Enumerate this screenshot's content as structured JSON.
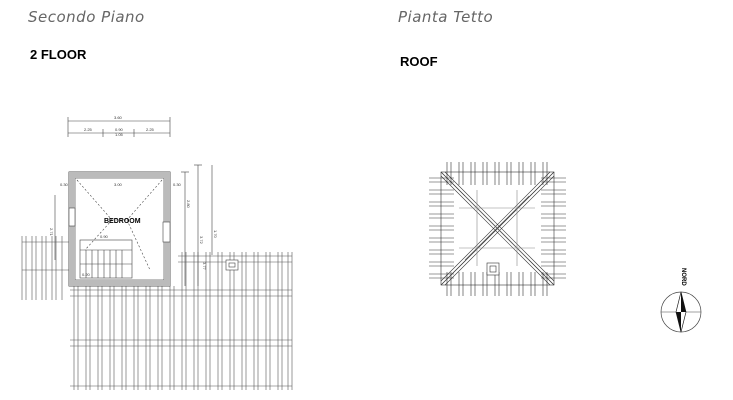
{
  "titles": {
    "left_script": "Secondo Piano",
    "right_script": "Pianta Tetto",
    "left_label": "2 FLOOR",
    "right_label": "ROOF"
  },
  "plan": {
    "room_label": "BEDROOM",
    "overall_width": "3.60",
    "dim_a": "2.25",
    "dim_b": "0.90",
    "dim_b_sub": "1.05",
    "dim_c": "2.25",
    "wall_dim_left": "0.30",
    "wall_dim_mid": "3.00",
    "wall_dim_right": "0.30",
    "side_dim_1": "2.80",
    "side_dim_2": "3.72",
    "side_dim_3": "1.70",
    "side_dim_4": "3.77",
    "stair_dim": "0.90",
    "small_dim": "0.20",
    "left_side_dim": "2.71"
  },
  "compass": {
    "label": "NORD"
  }
}
